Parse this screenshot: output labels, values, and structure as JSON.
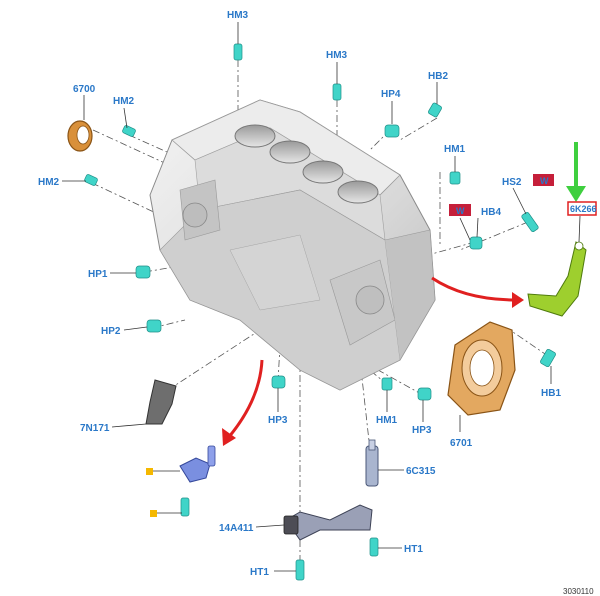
{
  "labels": {
    "hm3_top": "HM3",
    "hm3_mid": "HM3",
    "hb2": "HB2",
    "hp4": "HP4",
    "l6700": "6700",
    "hm2_a": "HM2",
    "hm2_b": "HM2",
    "hm1_top": "HM1",
    "hs2": "HS2",
    "hs2_box": "W",
    "l6k266": "6K266",
    "hb4": "HB4",
    "hb4_box": "W",
    "hp1": "HP1",
    "hp2": "HP2",
    "n7n171": "7N171",
    "hp3_a": "HP3",
    "hm1_bot": "HM1",
    "hp3_b": "HP3",
    "hb1": "HB1",
    "l6701": "6701",
    "l6c315": "6C315",
    "l14a411": "14A411",
    "ht1_a": "HT1",
    "ht1_b": "HT1"
  },
  "reference_code": "3030110",
  "colors": {
    "label": "#2a78c8",
    "highlight_part": "#9ecf2e",
    "arrow_red": "#e02020",
    "arrow_green": "#3fcf3f",
    "fastener": "#40d4c8",
    "seal": "#d9903a",
    "sensor": "#7a8fe0",
    "marker": "#f5b800"
  }
}
